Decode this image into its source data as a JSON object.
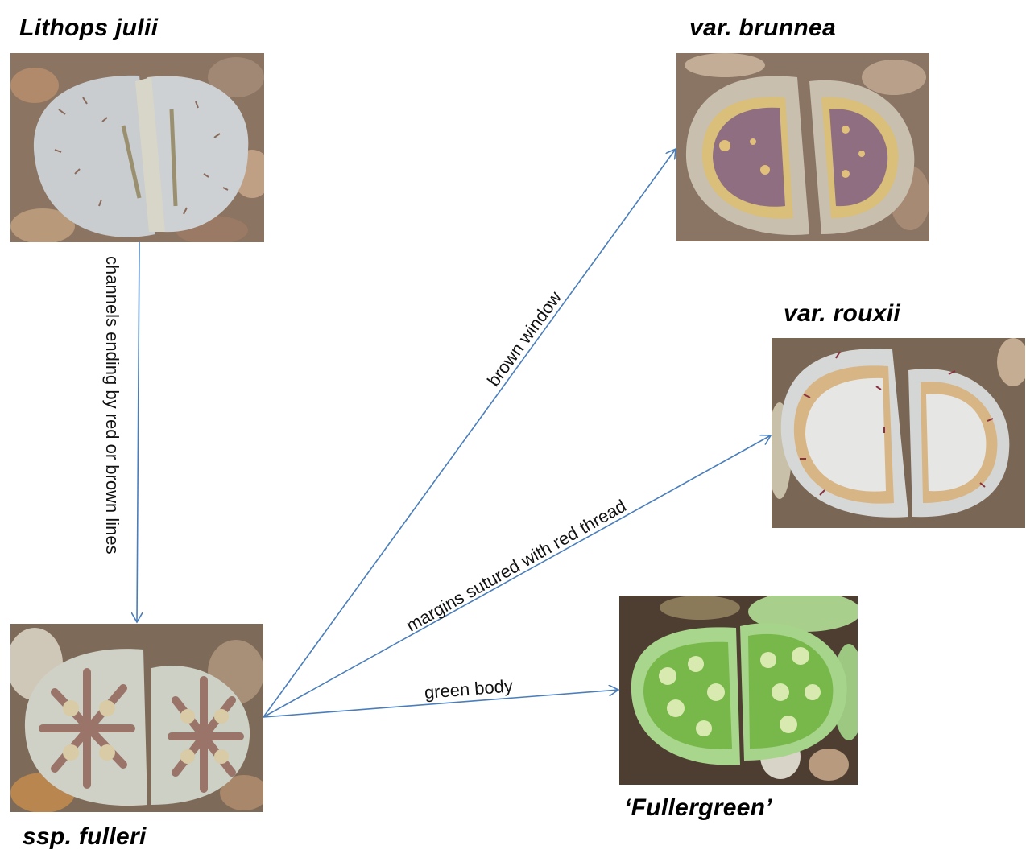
{
  "diagram": {
    "type": "taxonomy-tree",
    "edge_color": "#4a7ebb",
    "nodes": [
      {
        "id": "julii",
        "label": "Lithops julii",
        "photo": "lithops-julii-photo",
        "palette": {
          "body": "#c9cdd0",
          "pattern": "#8a6a5a",
          "gravel": "#8b7462"
        }
      },
      {
        "id": "fulleri",
        "label": "ssp. fulleri",
        "photo": "lithops-fulleri-photo",
        "palette": {
          "body": "#cfd1c6",
          "pattern": "#9a7468",
          "window": "#d8cba6",
          "gravel": "#7e6a58"
        }
      },
      {
        "id": "brunnea",
        "label": "var. brunnea",
        "photo": "var-brunnea-photo",
        "palette": {
          "body": "#c8bfae",
          "pattern": "#8e6e80",
          "margin": "#d9bf7a",
          "gravel": "#8a7564"
        }
      },
      {
        "id": "rouxii",
        "label": "var. rouxii",
        "photo": "var-rouxii-photo",
        "palette": {
          "body": "#d6d8d8",
          "pattern": "#e6e6e4",
          "margin": "#d8b584",
          "gravel": "#7a6654"
        }
      },
      {
        "id": "fullergreen",
        "label": "‘Fullergreen’",
        "photo": "fullergreen-photo",
        "palette": {
          "body": "#a8d68c",
          "pattern": "#78b84a",
          "window": "#d9eab0",
          "gravel": "#4e3e32"
        }
      }
    ],
    "edges": [
      {
        "from": "julii",
        "to": "fulleri",
        "label": "channels ending by red or brown lines"
      },
      {
        "from": "fulleri",
        "to": "brunnea",
        "label": "brown window"
      },
      {
        "from": "fulleri",
        "to": "rouxii",
        "label": "margins sutured with red thread"
      },
      {
        "from": "fulleri",
        "to": "fullergreen",
        "label": "green body"
      }
    ]
  }
}
